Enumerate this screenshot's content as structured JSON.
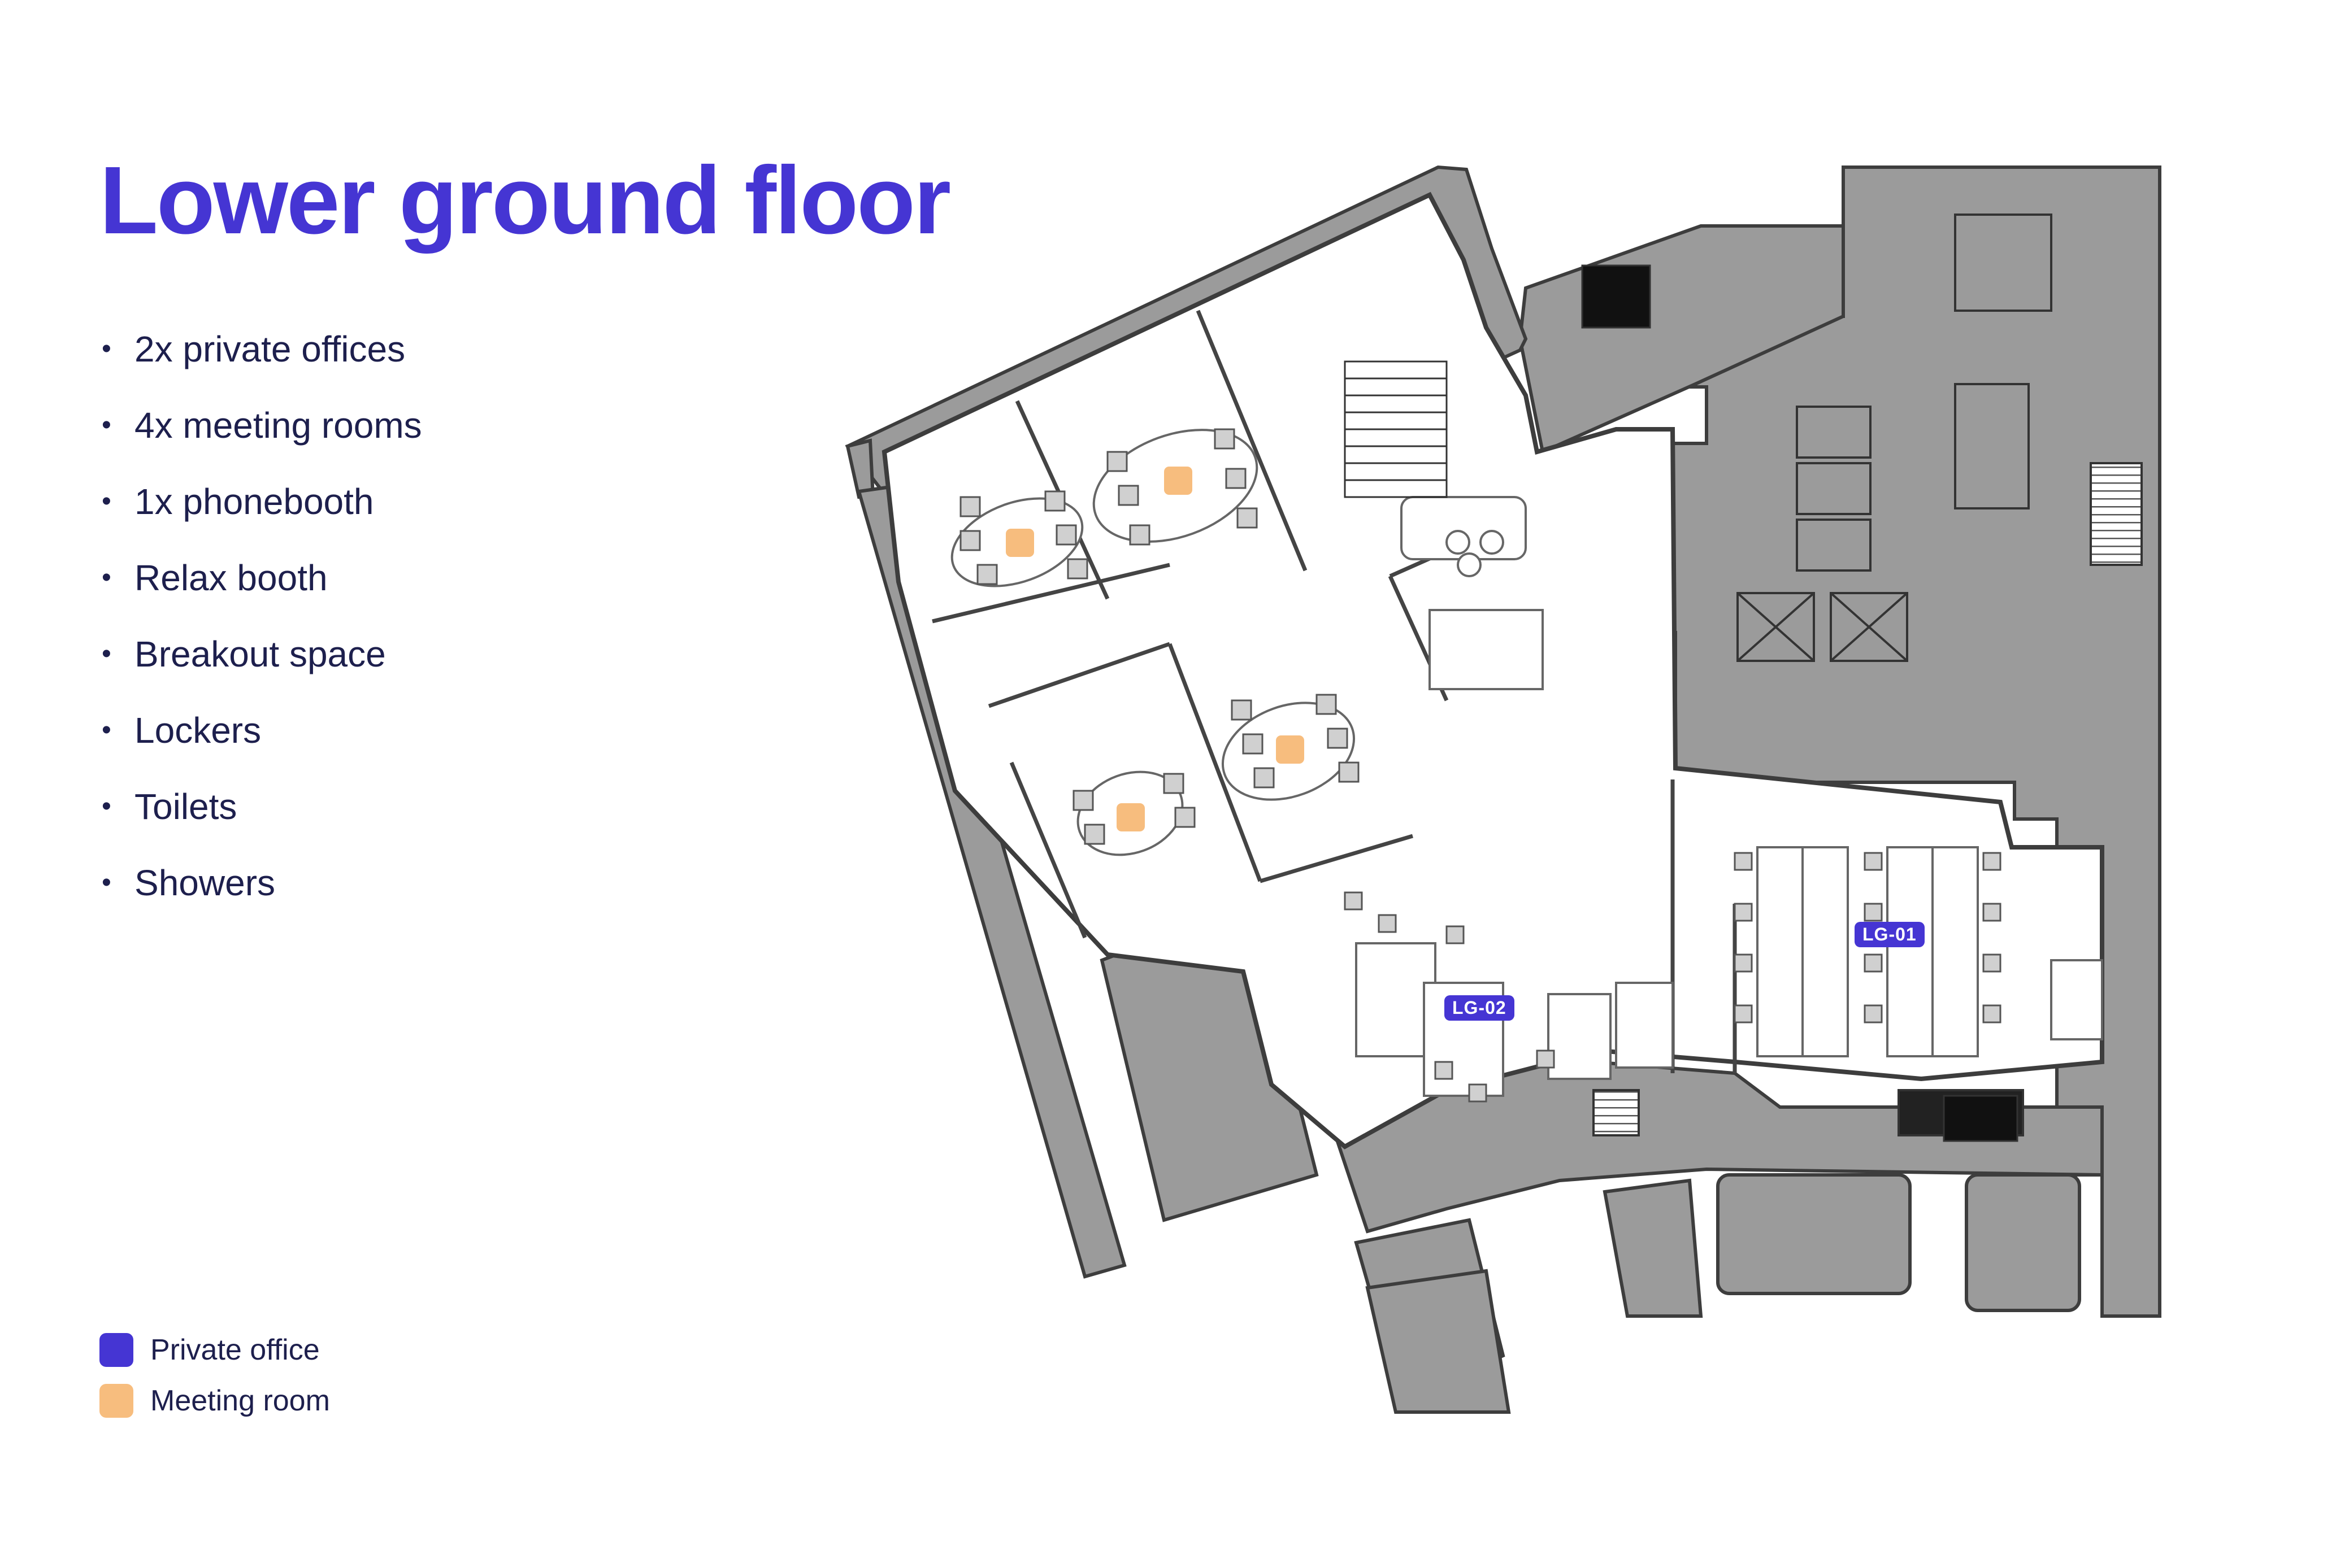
{
  "title": "Lower ground floor",
  "features": [
    "2x private offices",
    "4x meeting rooms",
    "1x phonebooth",
    "Relax booth",
    "Breakout space",
    "Lockers",
    "Toilets",
    "Showers"
  ],
  "legend": [
    {
      "label": "Private office",
      "color": "#4535d3"
    },
    {
      "label": "Meeting room",
      "color": "#f7bd7e"
    }
  ],
  "rooms": {
    "lg01": "LG-01",
    "lg02": "LG-02"
  },
  "colors": {
    "accent": "#4535d3",
    "meeting": "#f7bd7e",
    "core": "#9b9b9b",
    "wall": "#555555"
  }
}
